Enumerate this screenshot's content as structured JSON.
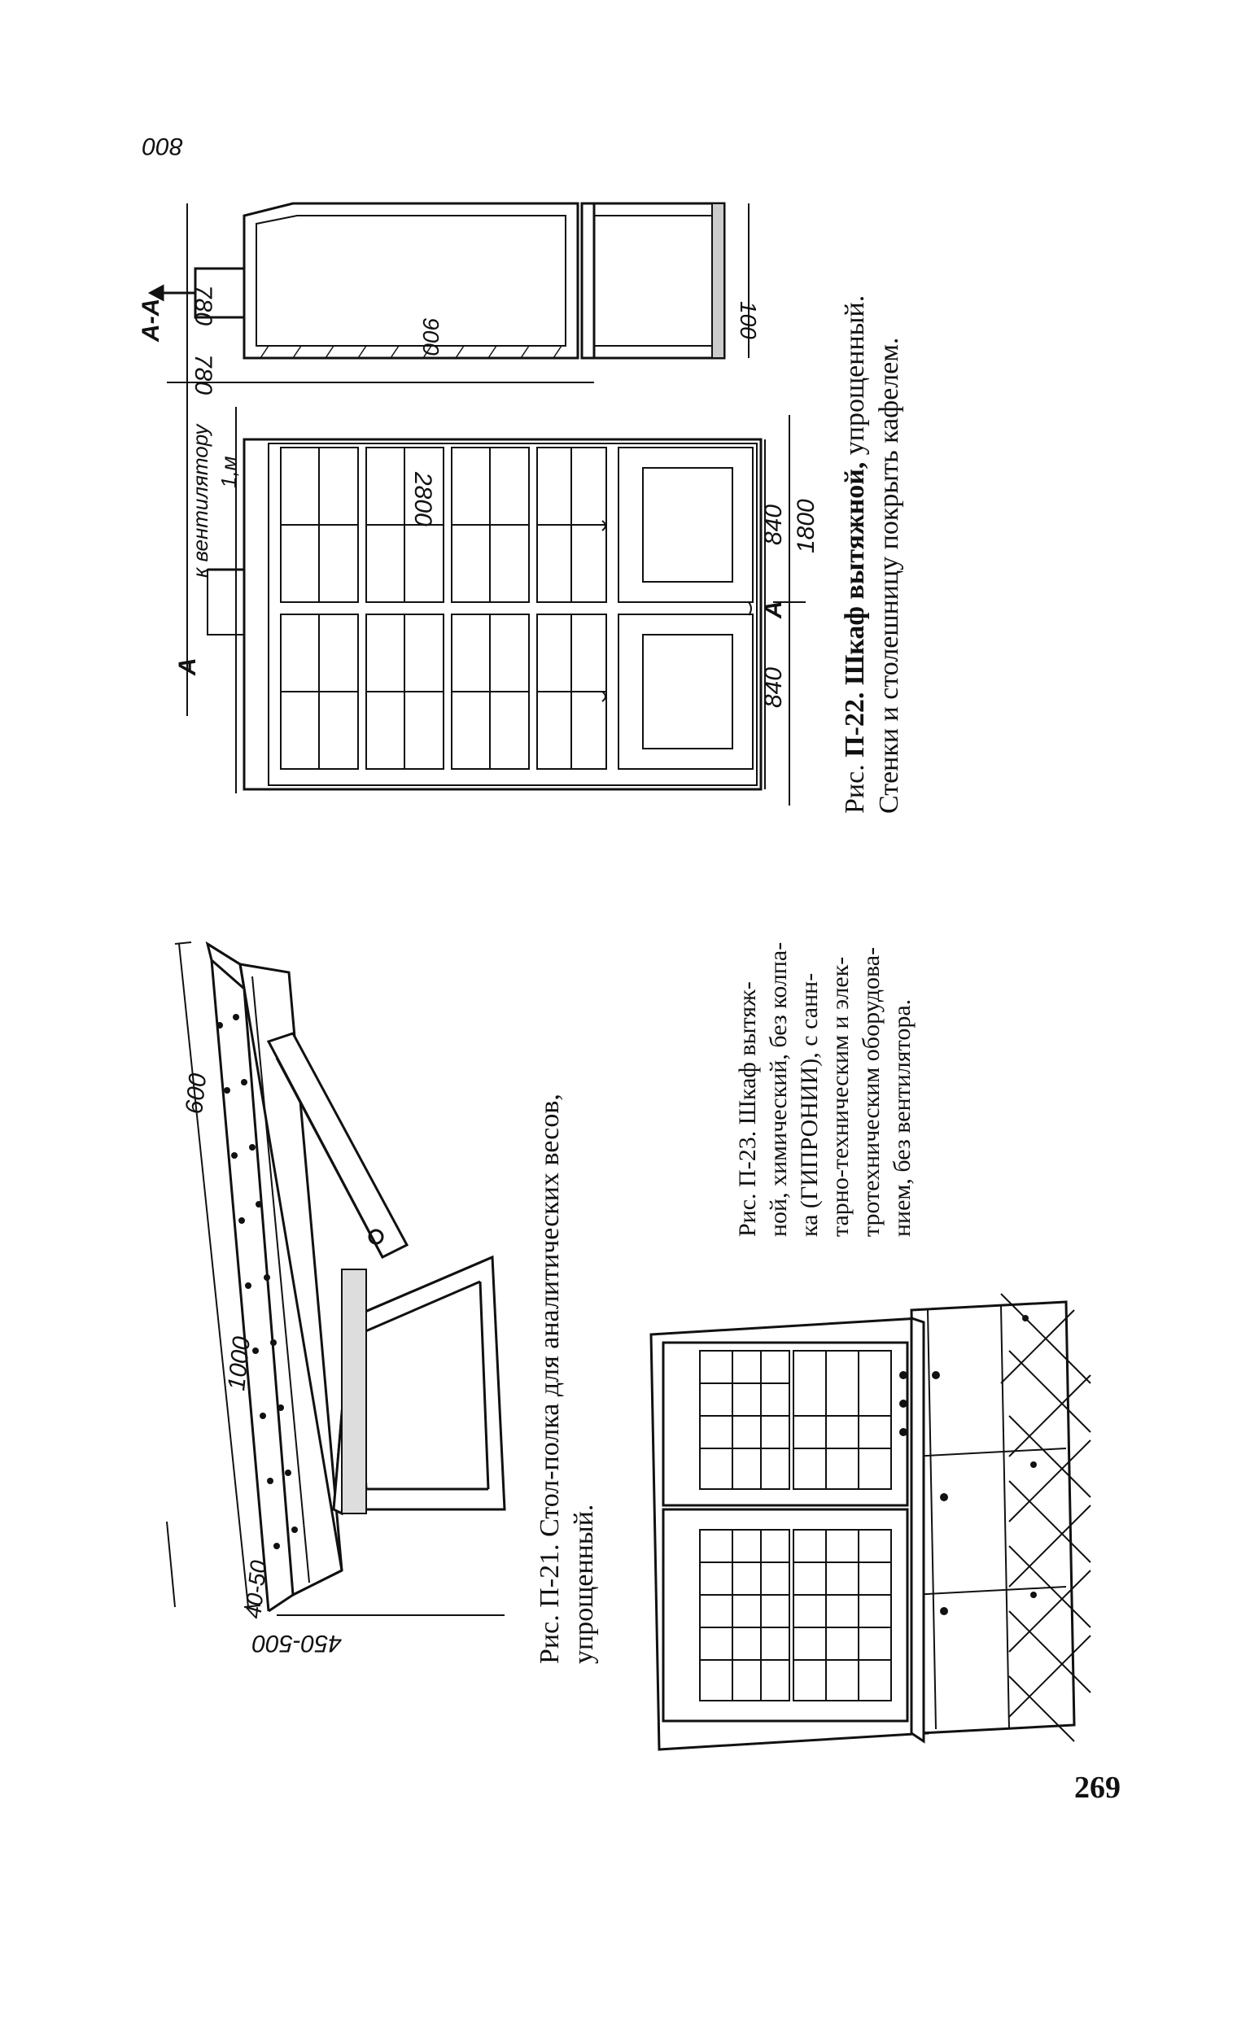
{
  "page_number": "269",
  "fig21": {
    "caption_line1": "Рис. П-21. Стол-полка для аналитических весов,",
    "caption_line2": "упрощенный.",
    "dims": {
      "length": "1000",
      "width": "600",
      "thickness": "40-50",
      "height": "450-500"
    }
  },
  "fig23": {
    "caption_lines": [
      "Рис. П-23. Шкаф вытяж-",
      "ной, химический, без колпа-",
      "ка (ГИПРОНИИ), с санн-",
      "тарно-техническим и элек-",
      "тротехническим оборудова-",
      "нием, без вентилятора."
    ]
  },
  "fig22": {
    "caption_label": "Рис.",
    "caption_bold": "П-22. Шкаф вытяжной,",
    "caption_rest": "упрощенный.",
    "caption_line2": "Стенки и столешницу покрыть кафелем.",
    "dims": {
      "total_width": "2800",
      "half_a": "840",
      "half_b": "840",
      "front": "1800",
      "section_label": "А-А",
      "section_mark_a": "А",
      "section_mark_b": "А",
      "vent_label": "к вентилятору",
      "vent_size": "1,м",
      "top_a": "780",
      "top_b": "780",
      "top_c": "800",
      "inner": "900",
      "base": "100"
    }
  }
}
